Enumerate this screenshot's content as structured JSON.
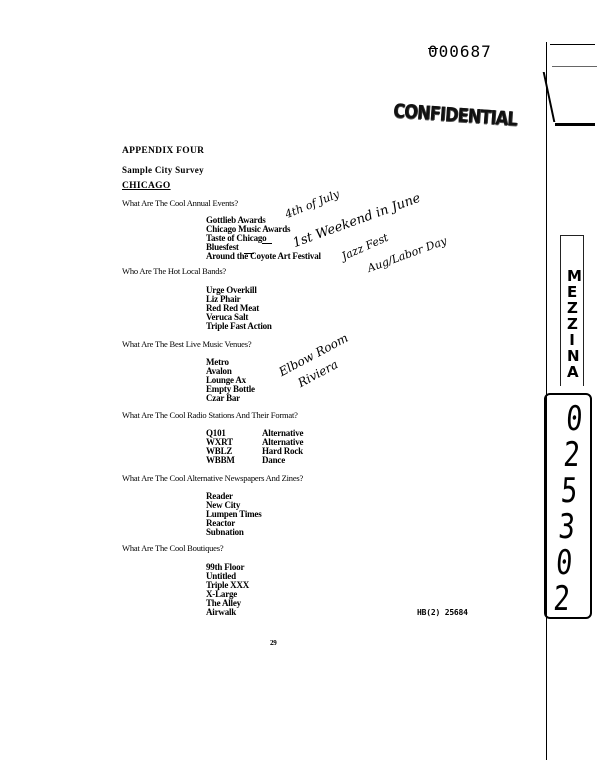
{
  "stamps": {
    "bates_number": "000687",
    "confidential": "CONFIDENTIAL",
    "hb_number": "HB(2) 25684",
    "page_number": "29"
  },
  "side_tab": {
    "label": "MEZZINA",
    "number": "025302"
  },
  "heading": {
    "appendix": "APPENDIX FOUR",
    "subtitle": "Sample City Survey",
    "city": "CHICAGO"
  },
  "sections": [
    {
      "question": "What Are The Cool Annual Events?",
      "items": [
        "Gottlieb Awards",
        "Chicago Music Awards",
        "Taste of Chicago",
        "Bluesfest",
        "Around the Coyote Art Festival"
      ]
    },
    {
      "question": "Who Are The Hot Local Bands?",
      "items": [
        "Urge Overkill",
        "Liz Phair",
        "Red Red Meat",
        "Veruca Salt",
        "Triple Fast Action"
      ]
    },
    {
      "question": "What Are The Best Live Music Venues?",
      "items": [
        "Metro",
        "Avalon",
        "Lounge Ax",
        "Empty Bottle",
        "Czar Bar"
      ]
    },
    {
      "question": "What Are The Cool Radio Stations And Their Format?",
      "items": [
        "Q101",
        "WXRT",
        "WBLZ",
        "WBBM"
      ],
      "formats": [
        "Alternative",
        "Alternative",
        "Hard Rock",
        "Dance"
      ]
    },
    {
      "question": "What Are The Cool Alternative Newspapers And Zines?",
      "items": [
        "Reader",
        "New City",
        "Lumpen Times",
        "Reactor",
        "Subnation"
      ]
    },
    {
      "question": "What Are The Cool Boutiques?",
      "items": [
        "99th Floor",
        "Untitled",
        "Triple XXX",
        "X-Large",
        "The Alley",
        "Airwalk"
      ]
    }
  ],
  "handwritten": {
    "a1": "4th of July",
    "a2": "1st Weekend in June",
    "a3": "Jazz Fest",
    "a4": "Aug/Labor Day",
    "a5": "Elbow Room",
    "a6": "Riviera"
  }
}
